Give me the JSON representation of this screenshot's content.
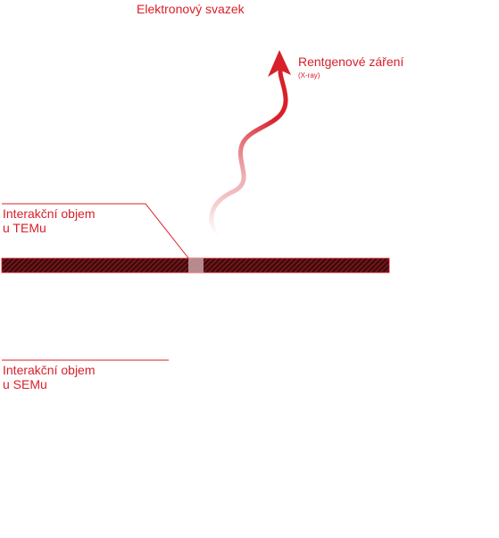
{
  "labels": {
    "electron_beam": "Elektronový svazek",
    "xray": "Rentgenové záření",
    "xray_sub": "(X-ray)",
    "tem_line1": "Interakční objem",
    "tem_line2": "u TEMu",
    "sem_line1": "Interakční objem",
    "sem_line2": "u SEMu"
  },
  "colors": {
    "accent": "#d8202a",
    "sample_dark": "#3b0a0c",
    "sample_stripe": "#7a1a1e",
    "interaction_zone": "#c9a0a2"
  },
  "icons": {
    "xray_arrow": "wavy-arrow-up-icon"
  }
}
